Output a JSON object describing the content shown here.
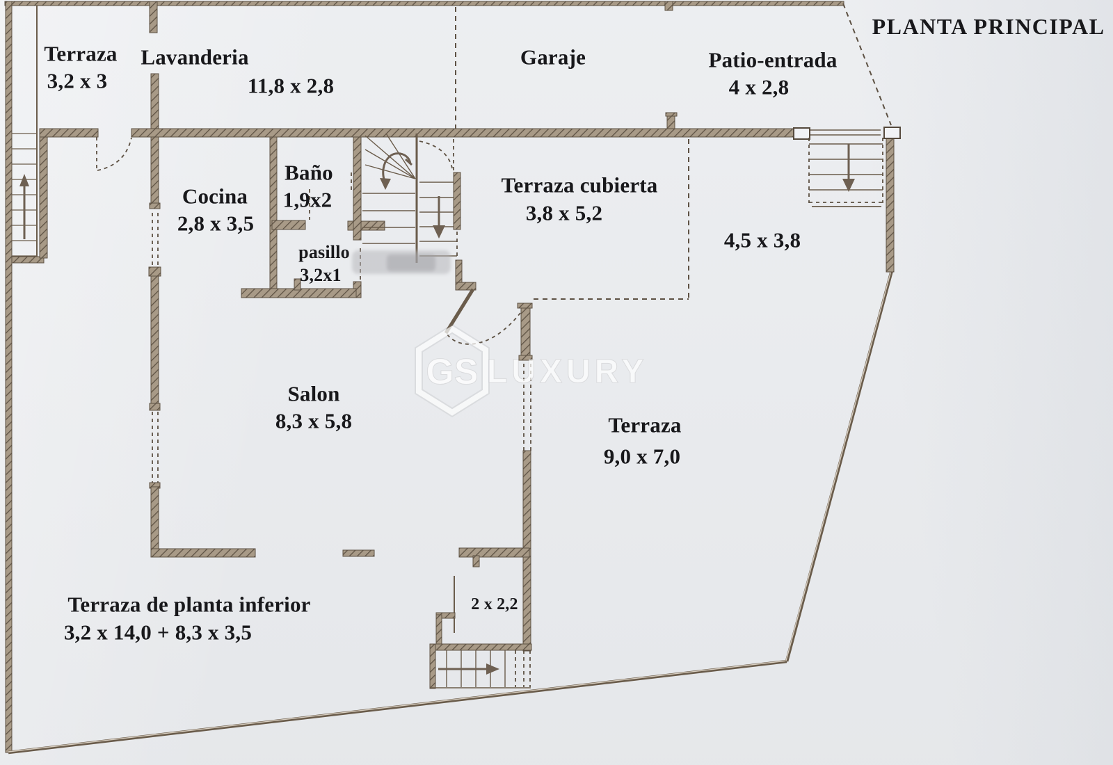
{
  "title": "PLANTA PRINCIPAL",
  "watermark": {
    "logo_text": "GS",
    "brand_text": "LUXURY"
  },
  "rooms": {
    "terraza_nw": {
      "name": "Terraza",
      "dims": "3,2 x 3"
    },
    "lavanderia": {
      "name": "Lavanderia",
      "dims": "11,8 x 2,8"
    },
    "garaje": {
      "name": "Garaje"
    },
    "patio_entrada": {
      "name": "Patio-entrada",
      "dims": "4 x 2,8"
    },
    "cocina": {
      "name": "Cocina",
      "dims": "2,8 x 3,5"
    },
    "bano": {
      "name": "Baño",
      "dims": "1,9x2"
    },
    "pasillo": {
      "name": "pasillo",
      "dims": "3,2x1"
    },
    "terraza_cubierta": {
      "name": "Terraza cubierta",
      "dims": "3,8 x 5,2"
    },
    "patio_lateral": {
      "dims": "4,5 x 3,8"
    },
    "salon": {
      "name": "Salon",
      "dims": "8,3 x 5,8"
    },
    "terraza_este": {
      "name": "Terraza",
      "dims": "9,0 x 7,0"
    },
    "terraza_planta_inferior": {
      "name": "Terraza de planta inferior",
      "dims": "3,2 x 14,0 + 8,3 x 3,5"
    },
    "escalera_exterior": {
      "dims": "2 x 2,2"
    }
  },
  "colors": {
    "paper": "#eaecef",
    "ink": "#18181b",
    "wall": "#6a5c4b",
    "watermark": "#ffffff"
  }
}
